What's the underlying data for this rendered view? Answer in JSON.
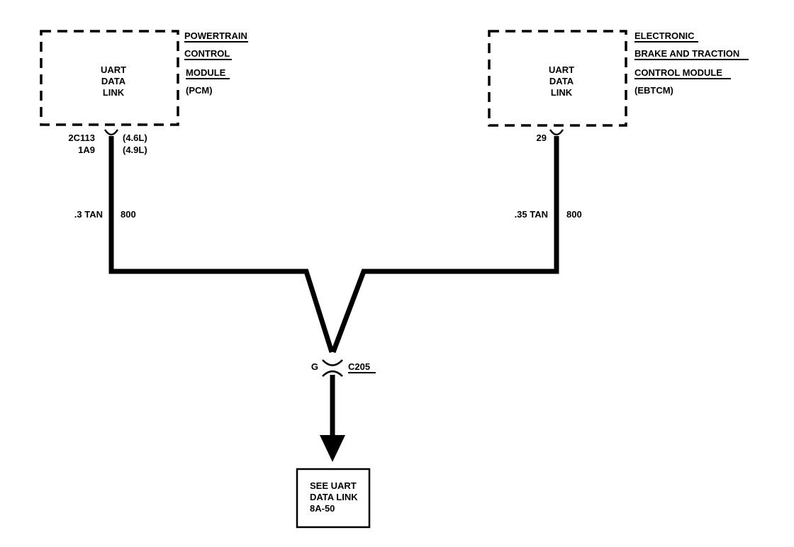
{
  "pcm": {
    "inner_lines": [
      "UART",
      "DATA",
      "LINK"
    ],
    "name_lines": [
      "POWERTRAIN",
      "CONTROL",
      "MODULE",
      "(PCM)"
    ],
    "pin_lines": [
      "2C113",
      "1A9"
    ],
    "engine_lines": [
      "(4.6L)",
      "(4.9L)"
    ],
    "wire_size_color": ".3 TAN",
    "circuit": "800"
  },
  "ebtcm": {
    "inner_lines": [
      "UART",
      "DATA",
      "LINK"
    ],
    "name_lines": [
      "ELECTRONIC",
      "BRAKE AND TRACTION",
      "CONTROL MODULE",
      "(EBTCM)"
    ],
    "pin": "29",
    "wire_size_color": ".35 TAN",
    "circuit": "800"
  },
  "connector": {
    "pin": "G",
    "name": "C205"
  },
  "reference": {
    "lines": [
      "SEE UART",
      "DATA LINK",
      "8A-50"
    ]
  },
  "colors": {
    "ink": "#000000",
    "paper": "#ffffff"
  }
}
